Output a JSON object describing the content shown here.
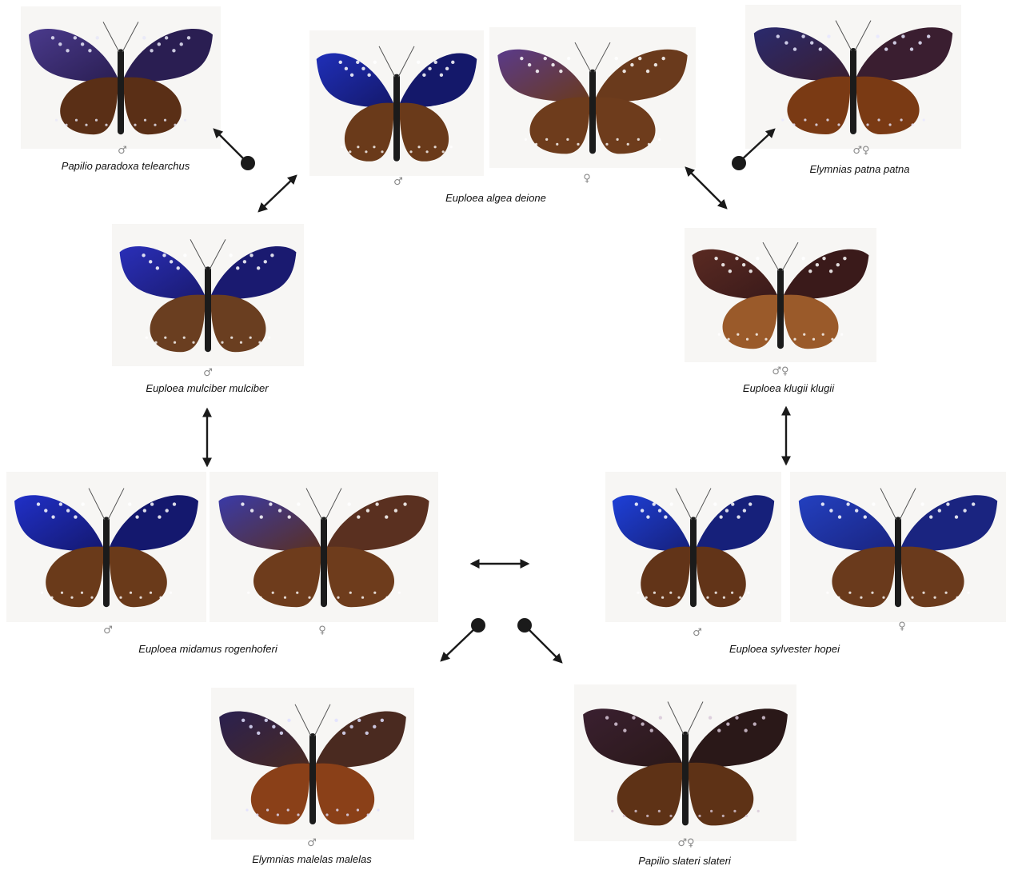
{
  "specimens": [
    {
      "id": "p-telearchus",
      "species": "Papilio paradoxa telearchus",
      "sex": "♂",
      "fore": "#4a3a8c",
      "fore2": "#2a1e52",
      "hind": "#5a2f16",
      "spots": "#e8e8f8"
    },
    {
      "id": "e-algea-m",
      "species": "",
      "sex": "♂",
      "fore": "#1f2fb8",
      "fore2": "#14186a",
      "hind": "#6a3a1a",
      "spots": "#ffffff"
    },
    {
      "id": "e-algea-f",
      "species": "",
      "sex": "♀",
      "fore": "#5a3a8a",
      "fore2": "#6a3a1c",
      "hind": "#6e3c1c",
      "spots": "#ffffff"
    },
    {
      "id": "el-patna",
      "species": "Elymnias patna patna",
      "sex": "♂♀",
      "fore": "#2a2a6e",
      "fore2": "#3a1e30",
      "hind": "#7a3a14",
      "spots": "#e8e8ff"
    },
    {
      "id": "e-mulciber",
      "species": "Euploea mulciber mulciber",
      "sex": "♂",
      "fore": "#2a2fb8",
      "fore2": "#1a1a70",
      "hind": "#6a3e20",
      "spots": "#ffffff"
    },
    {
      "id": "e-klugii",
      "species": "Euploea klugii klugii",
      "sex": "♂♀",
      "fore": "#5a2a22",
      "fore2": "#3a1a1a",
      "hind": "#9a5a2a",
      "spots": "#ffffff"
    },
    {
      "id": "e-midamus-m",
      "species": "",
      "sex": "♂",
      "fore": "#2030c8",
      "fore2": "#14186e",
      "hind": "#6a3a1a",
      "spots": "#ffffff"
    },
    {
      "id": "e-midamus-f",
      "species": "",
      "sex": "♀",
      "fore": "#3a3aa8",
      "fore2": "#5a3020",
      "hind": "#6e3c1c",
      "spots": "#ffffff"
    },
    {
      "id": "e-sylvester-m",
      "species": "",
      "sex": "♂",
      "fore": "#1e40d8",
      "fore2": "#16207a",
      "hind": "#623418",
      "spots": "#ffffff"
    },
    {
      "id": "e-sylvester-f",
      "species": "",
      "sex": "♀",
      "fore": "#2340c0",
      "fore2": "#1a2480",
      "hind": "#6a3a1c",
      "spots": "#ffffff"
    },
    {
      "id": "el-malelas",
      "species": "Elymnias malelas malelas",
      "sex": "♂",
      "fore": "#2a2050",
      "fore2": "#4a2a20",
      "hind": "#8a4018",
      "spots": "#e0e0ff"
    },
    {
      "id": "p-slateri",
      "species": "Papilio slateri slateri",
      "sex": "♂♀",
      "fore": "#3a2030",
      "fore2": "#2a1818",
      "hind": "#5e3216",
      "spots": "#d8c8d8"
    }
  ],
  "shared_labels": {
    "algea": "Euploea algea deione",
    "midamus": "Euploea midamus rogenhoferi",
    "sylvester": "Euploea sylvester hopei"
  }
}
